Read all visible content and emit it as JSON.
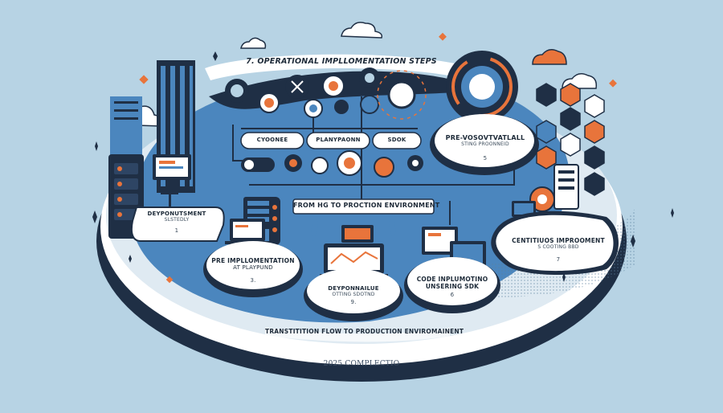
{
  "colors": {
    "background": "#b7d3e4",
    "navy": "#1f2f45",
    "dark": "#222a35",
    "blue": "#4b86be",
    "orange": "#e8743b",
    "white": "#ffffff"
  },
  "title": "7. OPERATIONAL IMPLLOMENTATION STEPS",
  "pipeline_labels": [
    "CYOONEE",
    "PLANYPAONN",
    "SDOK"
  ],
  "banner": "FROM HG TO PROCTION ENVIRONMENT",
  "steps": [
    {
      "title": "DEYPONUTSMENT",
      "sub": "SLSTEDLY",
      "num": "1"
    },
    {
      "title": "PRE IMPLLOMENTATION",
      "sub": "AT PLAYPUND",
      "num": "3."
    },
    {
      "title": "DEYPONNAILUE",
      "sub": "OTTING SDOTND",
      "num": "9."
    },
    {
      "title": "CODE INPLUMOTINO",
      "sub": "UNSERING SDK",
      "num": "6"
    },
    {
      "title": "CENTITIUOS IMPROOMENT",
      "sub": "S COOTING BBD",
      "num": "7"
    },
    {
      "title": "PRE-VOSOVTVATLALL",
      "sub": "STING PROONNEID",
      "num": "5"
    }
  ],
  "bottom_banner": "TRANSTITITION FLOW TO PRODUCTION ENVIROMAINENT",
  "footer": "2025 COMPLECTIO",
  "icons": [
    "cloud-icon",
    "gear-icon",
    "server-icon",
    "laptop-icon",
    "monitor-icon",
    "hexagon-icon",
    "plant-icon",
    "chair-icon",
    "sparkle-icon"
  ]
}
